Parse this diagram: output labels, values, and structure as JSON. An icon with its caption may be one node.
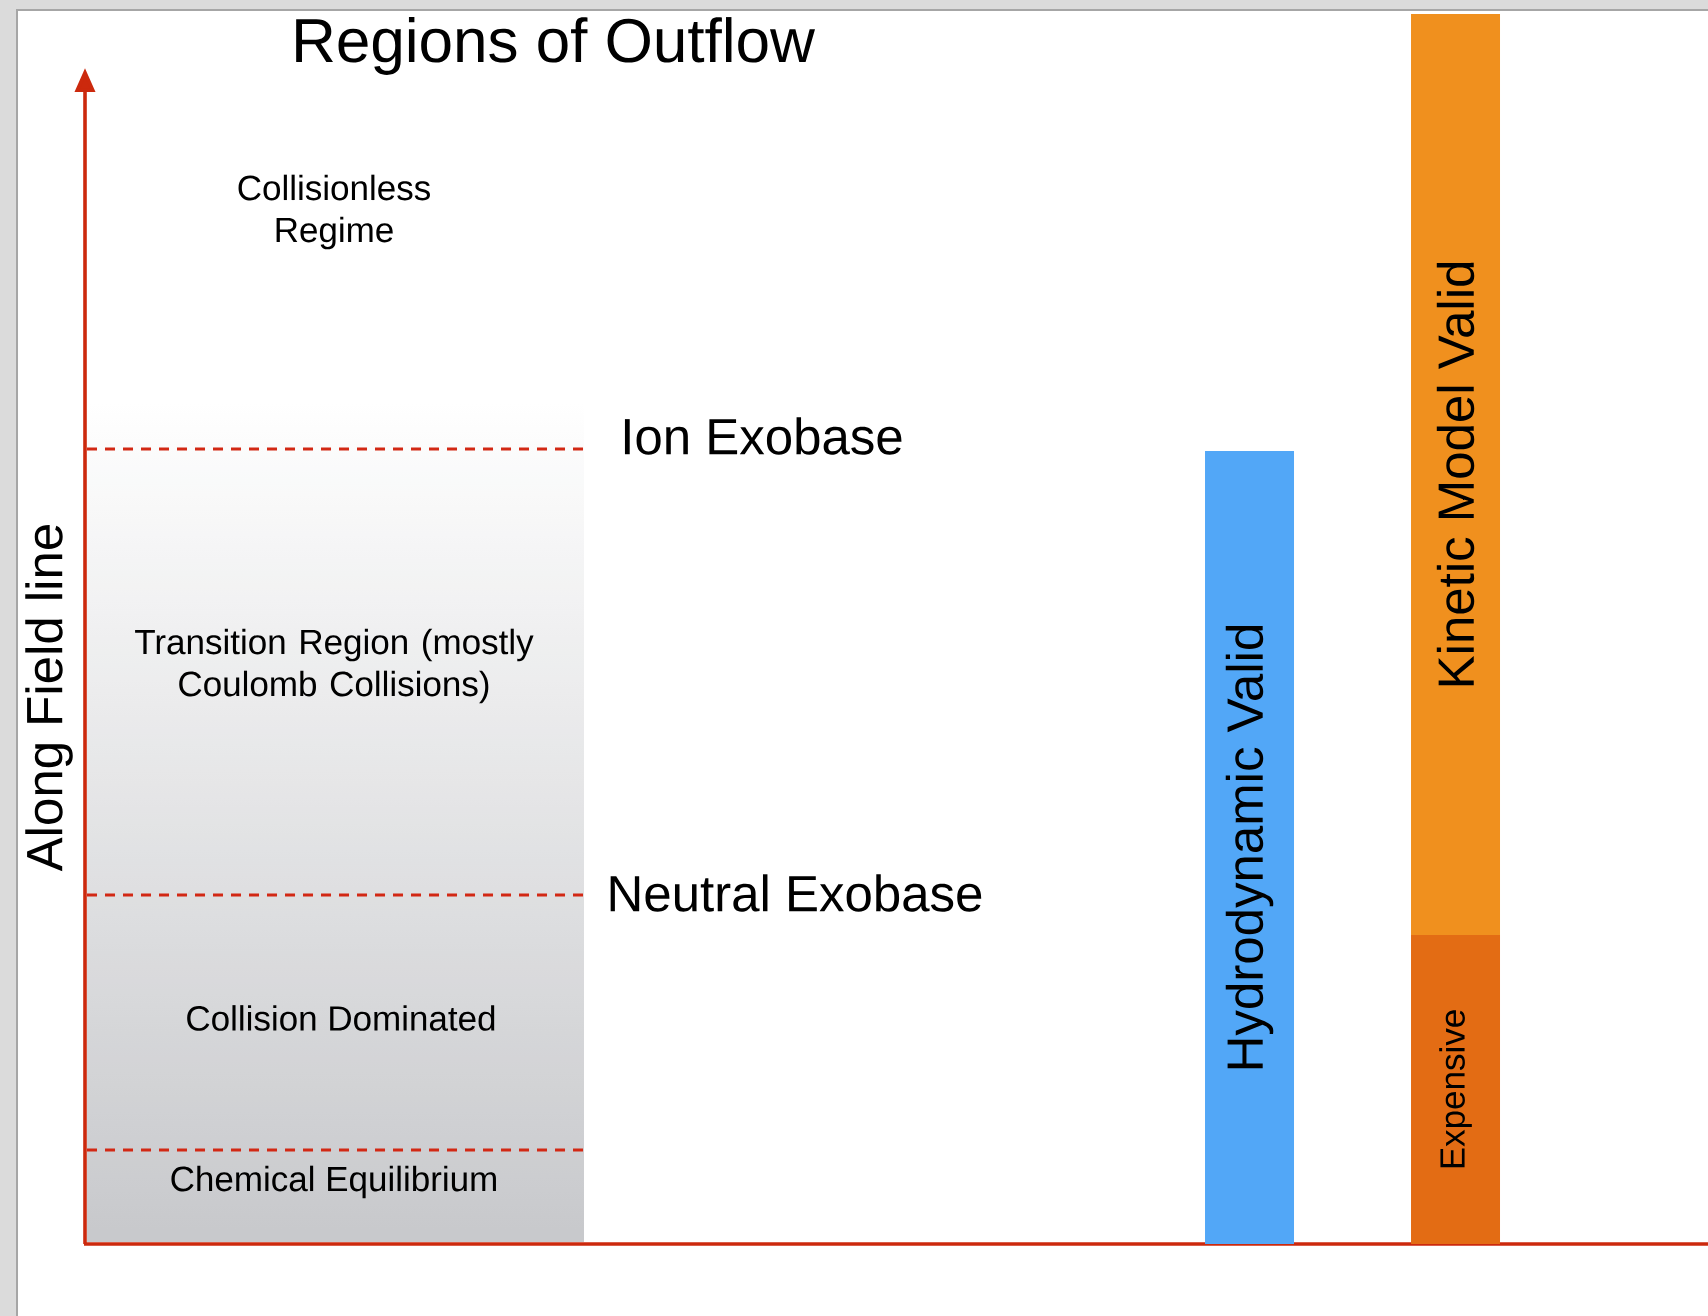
{
  "diagram": {
    "title": "Regions of Outflow",
    "nodes": [
      {
        "text": [
          "Hydrodynamic Valid"
        ]
      },
      {
        "text": [
          "Kinetic Model Valid"
        ]
      },
      {
        "text": [
          "Expensive"
        ]
      }
    ],
    "labels": [
      "Along Field line",
      "Collisionless Regime",
      "Ion Exobase",
      "Transition Region (mostly Coulomb Collisions)",
      "Neutral Exobase",
      "Collision Dominated",
      "Chemical Equilibrium"
    ]
  }
}
